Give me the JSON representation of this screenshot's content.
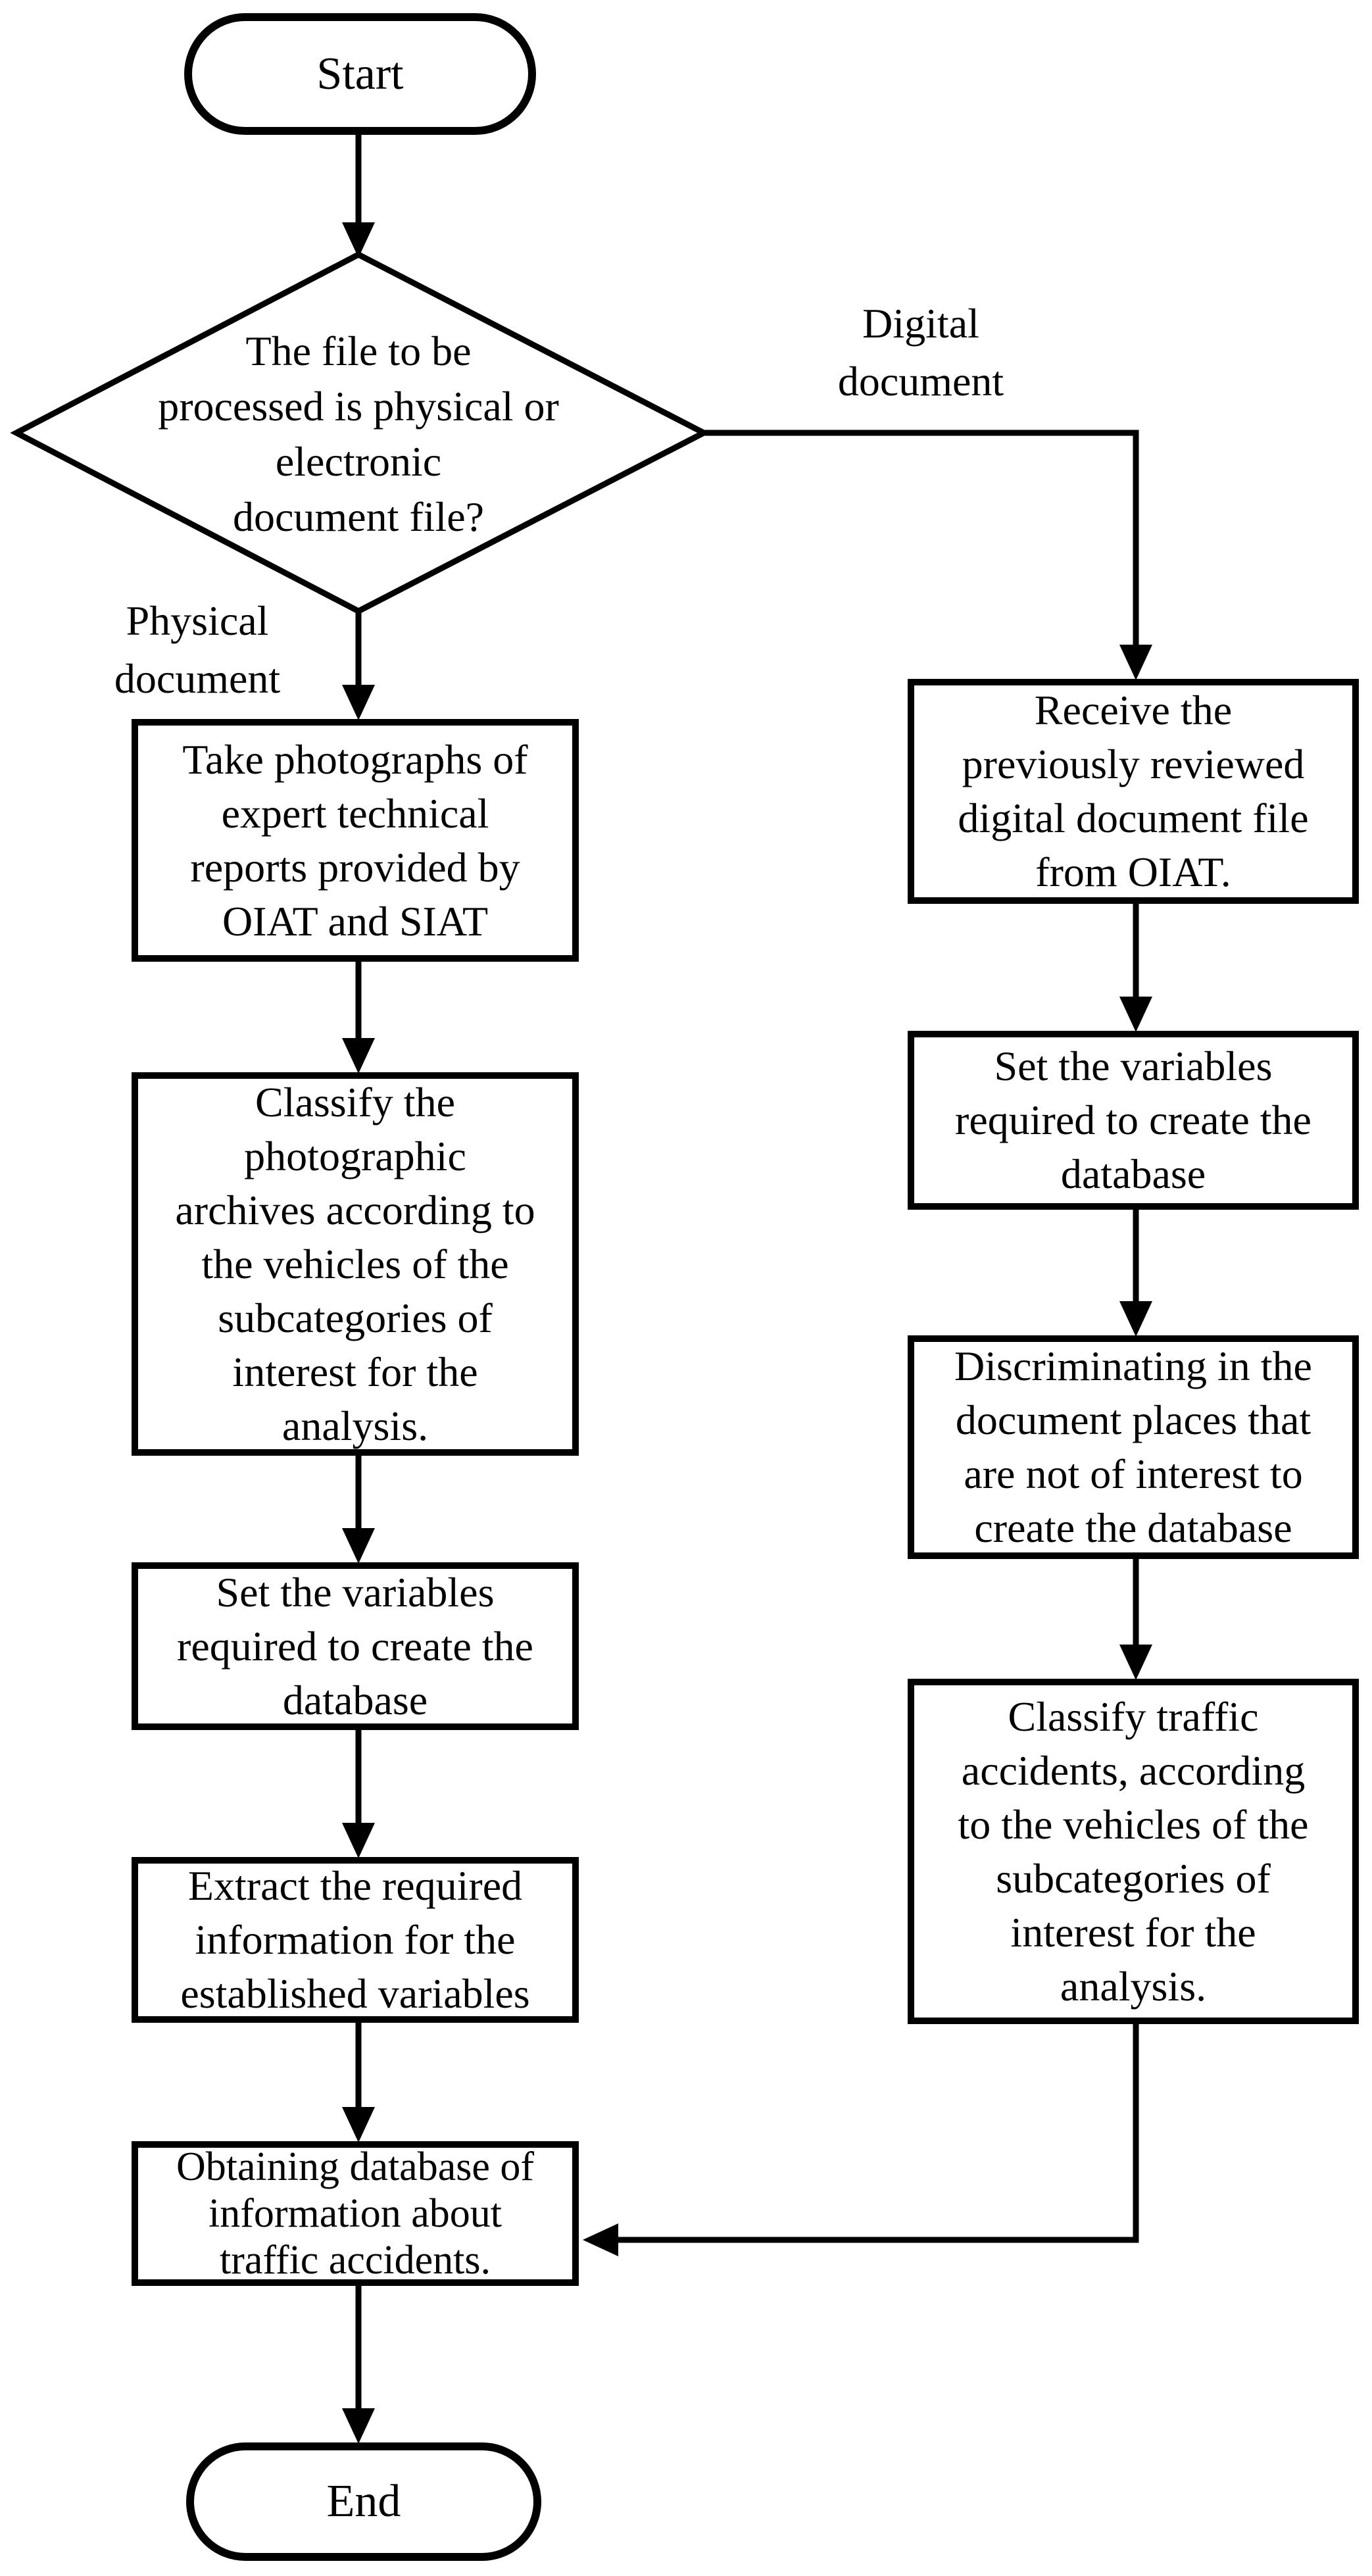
{
  "figure": {
    "background": "#ffffff",
    "line_color": "#000000"
  },
  "nodes": {
    "start": "Start",
    "decision": "The file to be\nprocessed is physical or\nelectronic\ndocument file?",
    "physical_label": "Physical\ndocument",
    "digital_label": "Digital\ndocument",
    "left_branch": [
      {
        "label": "Take photographs of\nexpert technical\nreports provided by\nOIAT and SIAT"
      },
      {
        "label": "Classify the\nphotographic\narchives according to\nthe vehicles of the\nsubcategories of\ninterest for the\nanalysis."
      },
      {
        "label": "Set the variables\nrequired to create the\ndatabase"
      },
      {
        "label": "Extract the required\ninformation for the\nestablished variables"
      },
      {
        "label": "Obtaining database of\ninformation about\ntraffic accidents."
      }
    ],
    "right_branch": [
      {
        "label": "Receive the\npreviously reviewed\ndigital document file\nfrom OIAT."
      },
      {
        "label": "Set the variables\nrequired to create the\ndatabase"
      },
      {
        "label": "Discriminating in the\ndocument places that\nare not of interest to\ncreate the database"
      },
      {
        "label": "Classify traffic\naccidents, according\nto the vehicles of the\nsubcategories of\ninterest for the\nanalysis."
      }
    ],
    "end": "End"
  }
}
